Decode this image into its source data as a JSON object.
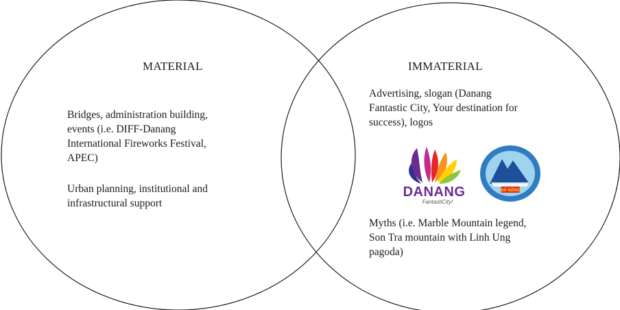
{
  "left_set": {
    "title": "MATERIAL",
    "items": [
      [
        "Bridges, administration building,",
        "events (i.e. DIFF-Danang",
        "International Fireworks Festival,",
        "APEC)"
      ],
      [
        "Urban planning, institutional and",
        "infrastructural support"
      ]
    ]
  },
  "right_set": {
    "title": "IMMATERIAL",
    "items": [
      [
        "Advertising, slogan (Danang",
        "Fantastic City, Your destination for",
        "success), logos"
      ],
      [
        "Myths (i.e. Marble Mountain legend,",
        "Son Tra mountain with Linh Ung",
        "pagoda)"
      ]
    ]
  },
  "logos": {
    "city_logo": {
      "wordmark": "DANANG",
      "tagline": "FantastiCity!",
      "colors": [
        "#e7262a",
        "#f7941d",
        "#ffd200",
        "#8dc63f",
        "#c22b8c",
        "#6a2c91",
        "#2e3192"
      ]
    },
    "seal": {
      "caption": "ĐÀ NẴNG",
      "colors": [
        "#2f7dc0",
        "#1d4f9b",
        "#e7262a",
        "#f7e100"
      ]
    }
  },
  "colors": {
    "stroke": "#1a1a1a",
    "text": "#1a1a1a"
  }
}
